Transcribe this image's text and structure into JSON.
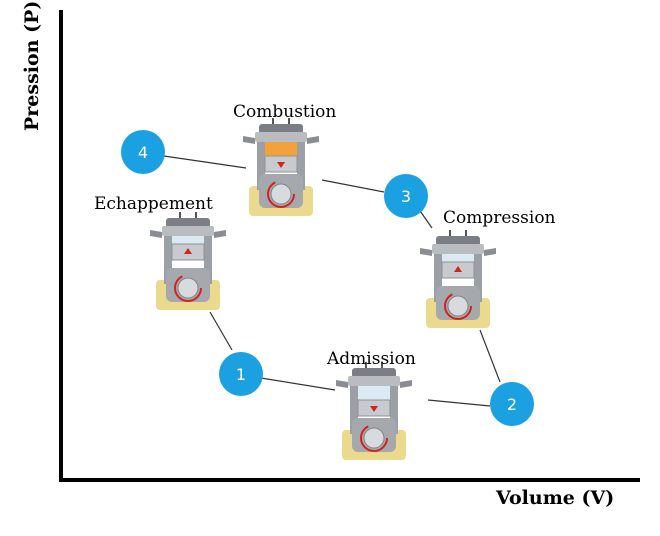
{
  "axes": {
    "y_label": "Pression (P)",
    "x_label": "Volume (V)"
  },
  "states": [
    {
      "id": "1",
      "label": "1"
    },
    {
      "id": "2",
      "label": "2"
    },
    {
      "id": "3",
      "label": "3"
    },
    {
      "id": "4",
      "label": "4"
    }
  ],
  "stages": [
    {
      "name": "Admission"
    },
    {
      "name": "Compression"
    },
    {
      "name": "Combustion"
    },
    {
      "name": "Echappement"
    }
  ],
  "colors": {
    "state_circle": "#1ba1e2",
    "engine_block": "#9aa0a6",
    "engine_base": "#e8d37a",
    "crank_ring": "#d2231c",
    "piston_arrow": "#d2231c",
    "axis": "#000000"
  },
  "icons": {
    "engine": "engine-cylinder-icon"
  }
}
